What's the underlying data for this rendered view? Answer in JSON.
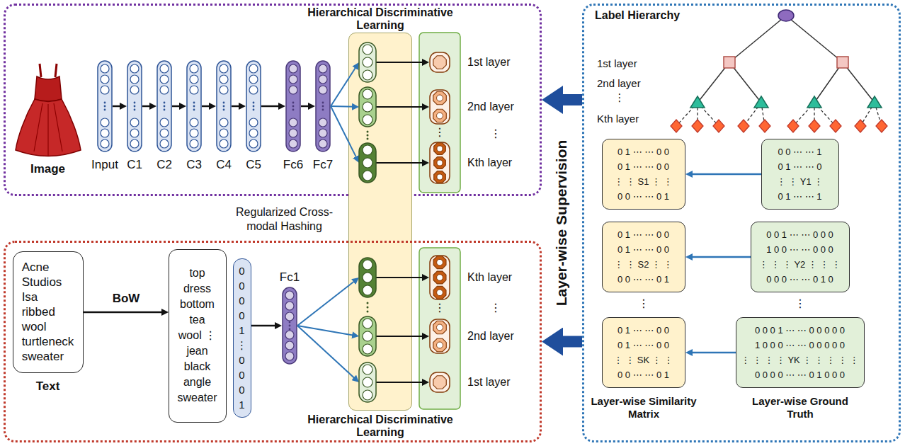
{
  "diagram": {
    "nodes": [
      {
        "text": [
          "Hierarchical Discriminative Learning"
        ]
      },
      {
        "text": [
          "Image"
        ],
        "in": 0
      },
      {
        "text": [
          "Input"
        ],
        "in": 0
      },
      {
        "text": [
          "C1"
        ],
        "in": 0
      },
      {
        "text": [
          "C2"
        ],
        "in": 0
      },
      {
        "text": [
          "C3"
        ],
        "in": 0
      },
      {
        "text": [
          "C4"
        ],
        "in": 0
      },
      {
        "text": [
          "C5"
        ],
        "in": 0
      },
      {
        "text": [
          "Fc6"
        ],
        "in": 0
      },
      {
        "text": [
          "Fc7"
        ],
        "in": 0
      },
      {
        "text": [
          "1st layer"
        ],
        "in": 0
      },
      {
        "text": [
          "2nd layer"
        ],
        "in": 0
      },
      {
        "text": [
          "Kth layer"
        ],
        "in": 0
      },
      {
        "text": [
          "Regularized Cross-modal Hashing"
        ]
      },
      {
        "text": [
          "Label Hierarchy"
        ]
      },
      {
        "text": [
          "0 1 ⋯ ⋯ 0 0",
          "0 1 ⋯ ⋯ 0 0",
          "⋮ ⋮ S1 ⋮ ⋮",
          "0 0 ⋯ ⋯ 0 1"
        ],
        "in": 14
      },
      {
        "text": [
          "0 0 ⋯ ⋯ 1",
          "0 1 ⋯ ⋯ 0",
          "⋮ ⋮ Y1 ⋮",
          "0 1 ⋯ ⋯ 1"
        ],
        "in": 14
      },
      {
        "text": [
          "0 1 ⋯ ⋯ 0 0",
          "0 1 ⋯ ⋯ 0 0",
          "⋮ ⋮ S2 ⋮ ⋮",
          "0 0 ⋯ ⋯ 0 1"
        ],
        "in": 14
      },
      {
        "text": [
          "0 0 1 ⋯ ⋯ 0 0 0",
          "1 0 0 ⋯ ⋯ 0 0 0",
          "⋮ ⋮ ⋮ Y2 ⋮ ⋮ ⋮",
          "0 0 0 ⋯ ⋯ 0 1 0"
        ],
        "in": 14
      },
      {
        "text": [
          "0 1 ⋯ ⋯ 0 0",
          "0 1 ⋯ ⋯ 0 0",
          "⋮ ⋮ SK ⋮ ⋮",
          "0 0 ⋯ ⋯ 0 1"
        ],
        "in": 14
      },
      {
        "text": [
          "0 0 0 1 ⋯ ⋯ 0 0 0 0 0",
          "1 0 0 0 ⋯ ⋯ 0 0 0 0 0",
          "⋮ ⋮ ⋮ ⋮ YK ⋮ ⋮ ⋮ ⋮ ⋮",
          "0 0 0 0 ⋯ ⋯ 0 1 0 0 0"
        ],
        "in": 14
      },
      {
        "text": [
          "Hierarchical Discriminative Learning"
        ]
      },
      {
        "text": [
          "Acne Studios Isa ribbed wool turtleneck sweater",
          "Text"
        ],
        "in": 21
      },
      {
        "text": [
          "top dress bottom tea wool ⋮ jean black angle sweater"
        ],
        "in": 21
      },
      {
        "text": [
          "0 0 0 0 1 ⋮ 0 0 0 1"
        ],
        "in": 21
      },
      {
        "text": [
          "Fc1"
        ],
        "in": 21
      },
      {
        "text": [
          "Kth layer"
        ],
        "in": 21
      },
      {
        "text": [
          "2nd layer"
        ],
        "in": 21
      },
      {
        "text": [
          "1st layer"
        ],
        "in": 21
      }
    ],
    "edges": [
      {
        "from": 2,
        "to": 3,
        "arrow": "to"
      },
      {
        "from": 3,
        "to": 4,
        "arrow": "to"
      },
      {
        "from": 4,
        "to": 5,
        "arrow": "to"
      },
      {
        "from": 5,
        "to": 6,
        "arrow": "to"
      },
      {
        "from": 6,
        "to": 7,
        "arrow": "to"
      },
      {
        "from": 7,
        "to": 8,
        "arrow": "to"
      },
      {
        "from": 8,
        "to": 9,
        "arrow": "to"
      },
      {
        "from": 22,
        "to": 23,
        "label": "BoW",
        "arrow": "to"
      },
      {
        "from": 24,
        "to": 25,
        "arrow": "to"
      },
      {
        "from": 16,
        "to": 15,
        "arrow": "to"
      },
      {
        "from": 18,
        "to": 17,
        "arrow": "to"
      },
      {
        "from": 20,
        "to": 19,
        "arrow": "to"
      },
      {
        "from": 14,
        "to": 0,
        "arrow": "to"
      },
      {
        "from": 14,
        "to": 21,
        "arrow": "to"
      }
    ],
    "labels": [
      "⋮",
      "⋮",
      "⋮",
      "⋮",
      "1st layer",
      "2nd layer",
      "⋮",
      "Kth layer",
      "⋮",
      "⋮",
      "Layer-wise Similarity Matrix",
      "Layer-wise Ground Truth",
      "Layer-wise Supervision"
    ]
  }
}
